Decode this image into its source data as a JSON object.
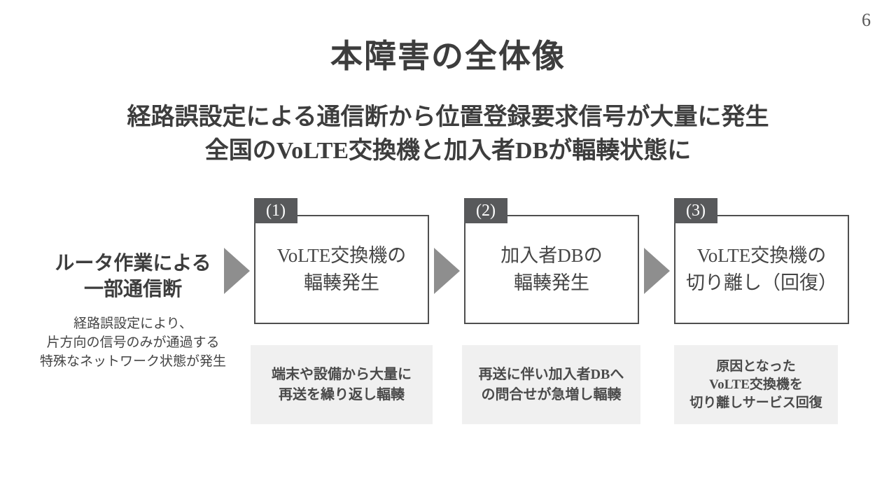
{
  "page_number": "6",
  "title": "本障害の全体像",
  "subtitle": {
    "line1": "経路誤設定による通信断から位置登録要求信号が大量に発生",
    "line2": "全国のVoLTE交換機と加入者DBが輻輳状態に"
  },
  "lead": {
    "heading_line1": "ルータ作業による",
    "heading_line2": "一部通信断",
    "desc_line1": "経路誤設定により、",
    "desc_line2": "片方向の信号のみが通過する",
    "desc_line3": "特殊なネットワーク状態が発生"
  },
  "steps": [
    {
      "tag": "(1)",
      "box_line1": "VoLTE交換機の",
      "box_line2": "輻輳発生",
      "note_line1": "端末や設備から大量に",
      "note_line2": "再送を繰り返し輻輳"
    },
    {
      "tag": "(2)",
      "box_line1": "加入者DBの",
      "box_line2": "輻輳発生",
      "note_line1": "再送に伴い加入者DBへ",
      "note_line2": "の問合せが急増し輻輳"
    },
    {
      "tag": "(3)",
      "box_line1": "VoLTE交換機の",
      "box_line2": "切り離し（回復）",
      "note_line1": "原因となった",
      "note_line2": "VoLTE交換機を",
      "note_line3": "切り離しサービス回復"
    }
  ],
  "colors": {
    "text_dark": "#3d3d3d",
    "tag_bg": "#58595b",
    "box_border": "#4f4f4f",
    "arrow_gray": "#8e8e8e",
    "note_bg": "#f0f0f0"
  }
}
